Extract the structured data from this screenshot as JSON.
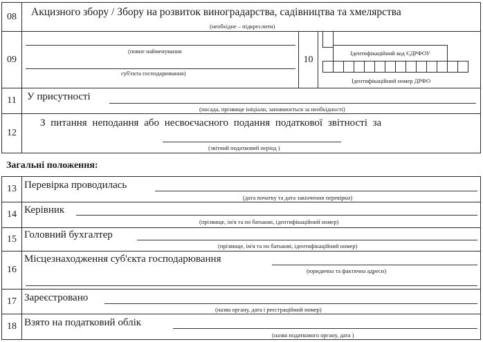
{
  "r08": {
    "num": "08",
    "title": "Акцизного збору / Збору на розвиток виноградарства, садівництва та хмелярства",
    "note": "(необхідне – підкреслити)"
  },
  "r09": {
    "num": "09",
    "cap1": "(повне найменування",
    "cap2": "суб'єкта господарювання)"
  },
  "r10": {
    "num": "10",
    "edrpou": "Ідентифікаційний код ЄДРФОУ",
    "drfo": "Ідентифікаційний номер ДРФО"
  },
  "r11": {
    "num": "11",
    "label": "У присутності",
    "cap": "(посада, прізвище ініціали, заповнюється за необхідності)"
  },
  "r12": {
    "num": "12",
    "label": "З питання неподання або несвоєчасного подання податкової звітності за",
    "cap": "(звітний податковий період )"
  },
  "section_title": "Загальні положення:",
  "r13": {
    "num": "13",
    "label": "Перевірка проводилась",
    "cap": "(дата початку та дата закінчення перевірки)"
  },
  "r14": {
    "num": "14",
    "label": "Керівник",
    "cap": "(прізвище, ім'я та по батькові, ідентифікаційний номер)"
  },
  "r15": {
    "num": "15",
    "label": "Головний бухгалтер",
    "cap": "(прізвище, ім'я та по батькові, ідентифікаційний номер)"
  },
  "r16": {
    "num": "16",
    "label": "Місцезнаходження суб'єкта господарювання",
    "cap": "(юридична та фактична адреси)"
  },
  "r17": {
    "num": "17",
    "label": "Зареєстровано",
    "cap": "(назва органу, дата і реєстраційний номер)"
  },
  "r18": {
    "num": "18",
    "label": "Взято на податковий облік",
    "cap": "(назва податкового органу, дата )"
  }
}
